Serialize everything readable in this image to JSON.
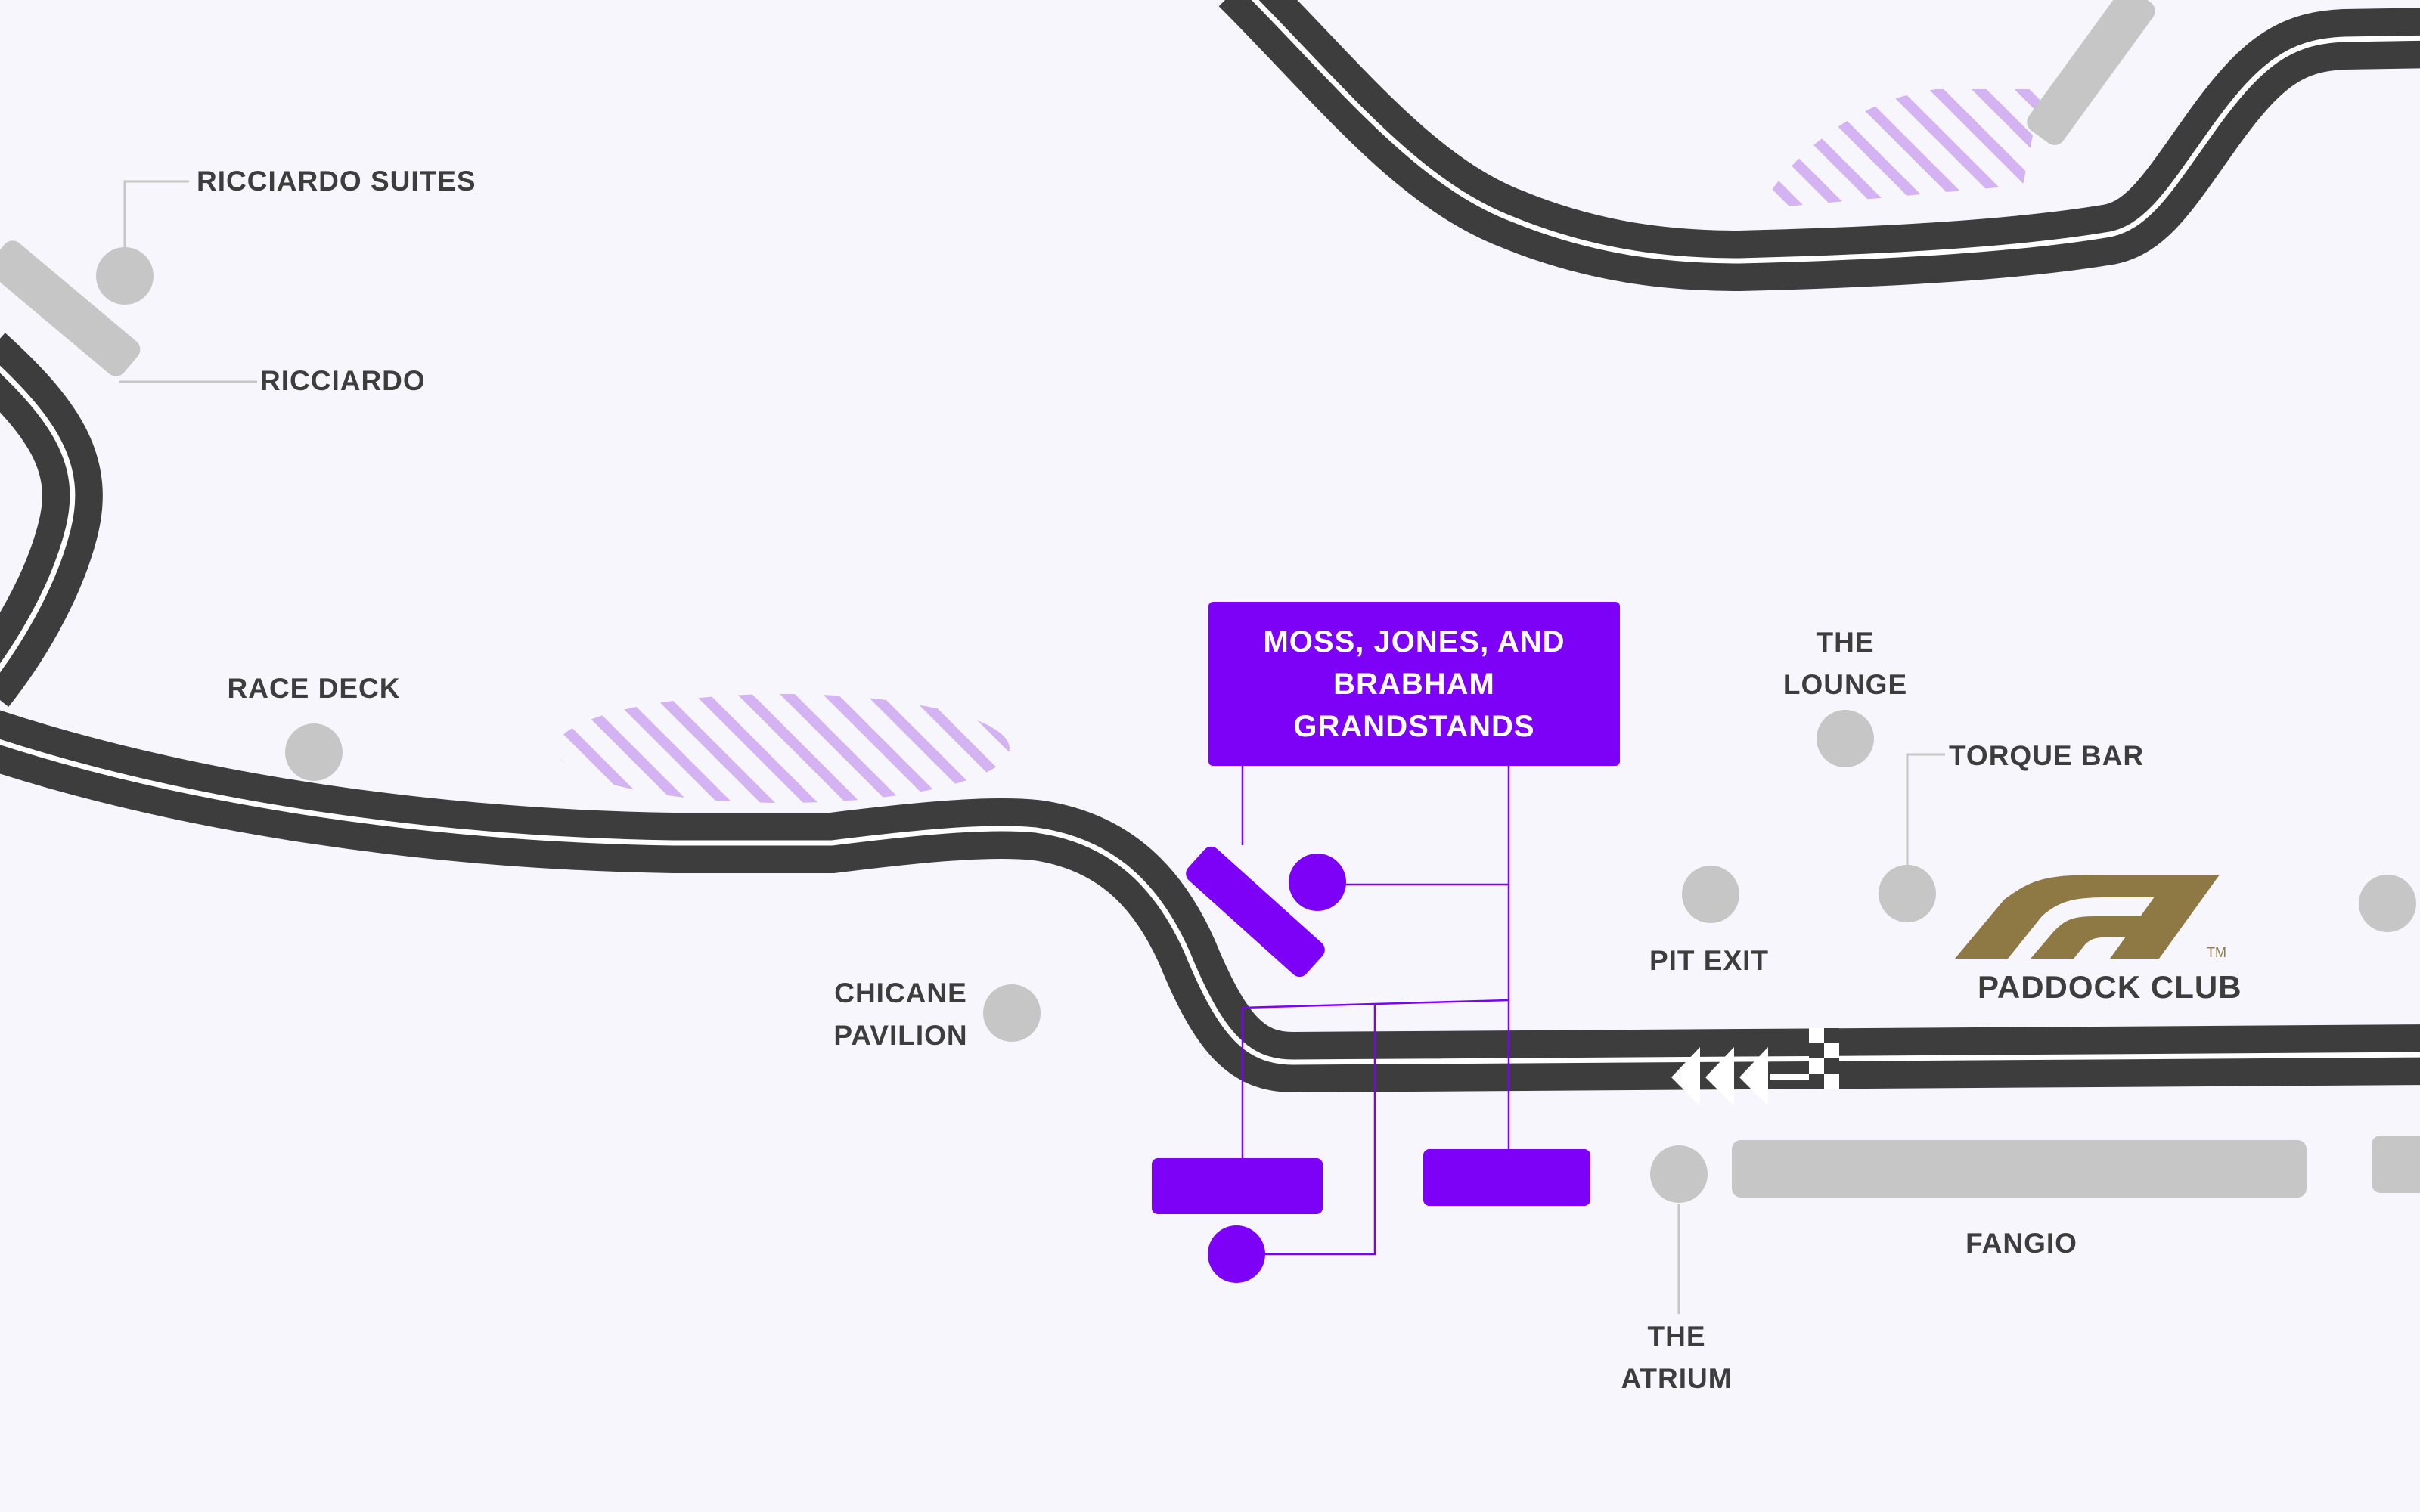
{
  "colors": {
    "background": "#f7f6fc",
    "track": "#3d3d3d",
    "track_line": "#ffffff",
    "highlight": "#7d00f7",
    "hatch": "#d4b3f2",
    "marker": "#c6c6c6",
    "label": "#3d3d3d",
    "f1_logo": "#8e7944"
  },
  "labels": {
    "ricciardo_suites": "RICCIARDO SUITES",
    "ricciardo": "RICCIARDO",
    "race_deck": "RACE DECK",
    "the_lounge": [
      "THE",
      "LOUNGE"
    ],
    "torque_bar": "TORQUE BAR",
    "pit_exit": "PIT EXIT",
    "chicane_pavilion": [
      "CHICANE",
      "PAVILION"
    ],
    "fangio": "FANGIO",
    "the_atrium": [
      "THE",
      "ATRIUM"
    ]
  },
  "highlight": {
    "lines": [
      "MOSS, JONES, AND",
      "BRABHAM",
      "GRANDSTANDS"
    ]
  },
  "paddock_club": {
    "label": "PADDOCK CLUB",
    "logo_icon": "f1-logo-icon",
    "trademark": "TM"
  }
}
